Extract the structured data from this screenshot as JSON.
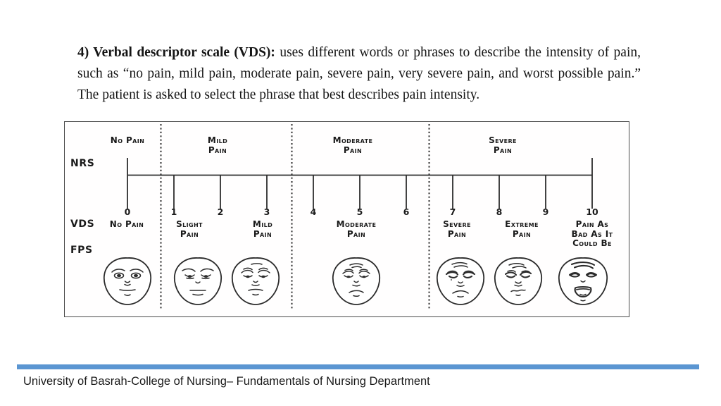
{
  "intro": {
    "bold": "4) Verbal descriptor scale (VDS):",
    "text": " uses different words or phrases to describe the intensity of pain, such as “no pain, mild pain, moderate pain, severe pain, very severe pain, and worst possible pain.” The patient is asked to select the phrase that best describes pain intensity."
  },
  "diagram": {
    "row_labels": {
      "nrs": "NRS",
      "vds": "VDS",
      "fps": "FPS"
    },
    "top_categories": [
      {
        "lines": [
          "No Pain"
        ]
      },
      {
        "lines": [
          "Mild",
          "Pain"
        ]
      },
      {
        "lines": [
          "Moderate",
          "Pain"
        ]
      },
      {
        "lines": [
          "Severe",
          "Pain"
        ]
      }
    ],
    "nrs_numbers": [
      "0",
      "1",
      "2",
      "3",
      "4",
      "5",
      "6",
      "7",
      "8",
      "9",
      "10"
    ],
    "vds_labels": [
      {
        "lines": [
          "No Pain"
        ]
      },
      {
        "lines": [
          "Slight",
          "Pain"
        ]
      },
      {
        "lines": [
          "Mild",
          "Pain"
        ]
      },
      {
        "lines": [
          "Moderate",
          "Pain"
        ]
      },
      {
        "lines": [
          "Severe",
          "Pain"
        ]
      },
      {
        "lines": [
          "Extreme",
          "Pain"
        ]
      },
      {
        "lines": [
          "Pain As",
          "Bad As It",
          "Could Be"
        ]
      }
    ],
    "fps_faces": [
      "face-no-pain",
      "face-slight-pain",
      "face-mild-pain",
      "face-moderate-pain",
      "face-severe-pain",
      "face-extreme-pain",
      "face-worst-pain"
    ]
  },
  "footer": {
    "text": "University of Basrah-College of Nursing– Fundamentals of Nursing Department"
  },
  "colors": {
    "accent_bar": "#5b96d2",
    "diagram_line": "#2e2e2e"
  }
}
